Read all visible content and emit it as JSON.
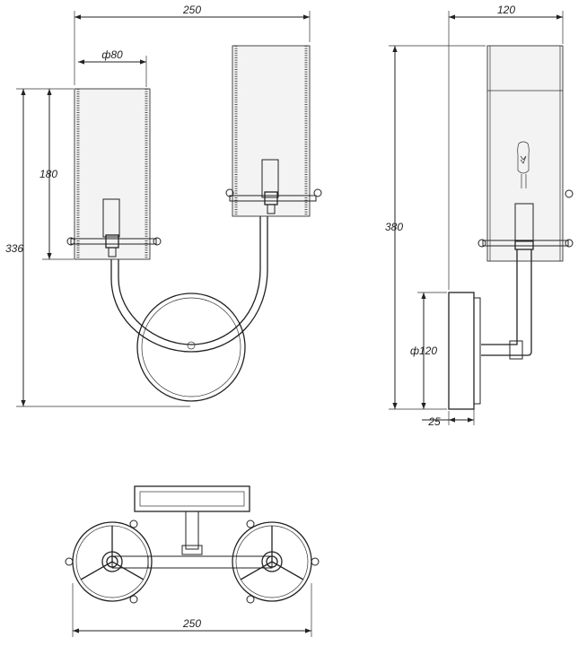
{
  "front_view": {
    "width": "250",
    "shade_diameter": "ф80",
    "shade_height": "180",
    "total_height": "336"
  },
  "side_view": {
    "depth": "120",
    "total_height": "380",
    "backplate_diameter": "ф120",
    "backplate_thickness": "25"
  },
  "top_view": {
    "width": "250"
  },
  "colors": {
    "line": "#222222",
    "glass": "#f3f3f3"
  }
}
